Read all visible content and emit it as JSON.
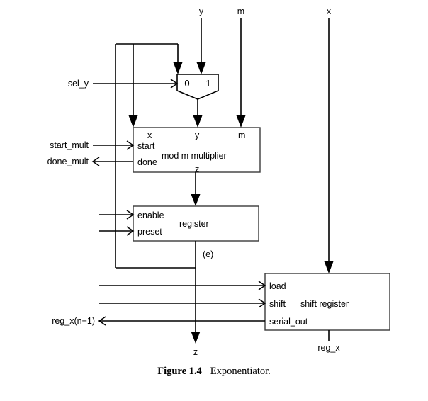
{
  "figure": {
    "caption_label": "Figure 1.4",
    "caption_text": "Exponentiator."
  },
  "colors": {
    "line": "#000000",
    "box_stroke": "#3a3a3a",
    "background": "#ffffff"
  },
  "top_inputs": {
    "y": "y",
    "m": "m",
    "x": "x"
  },
  "mux": {
    "input_0": "0",
    "input_1": "1",
    "select_label": "sel_y"
  },
  "multiplier": {
    "title": "mod m multiplier",
    "port_x": "x",
    "port_y": "y",
    "port_m": "m",
    "port_start": "start",
    "port_done": "done",
    "port_z": "z"
  },
  "register": {
    "title": "register",
    "port_enable": "enable",
    "port_preset": "preset",
    "output_annotation": "(e)"
  },
  "shift_register": {
    "title": "shift register",
    "port_load": "load",
    "port_shift": "shift",
    "port_serial_out": "serial_out",
    "output_label": "reg_x"
  },
  "signals": {
    "start_mult": "start_mult",
    "done_mult": "done_mult",
    "reg_x_msb": "reg_x(n−1)",
    "output_z": "z"
  }
}
